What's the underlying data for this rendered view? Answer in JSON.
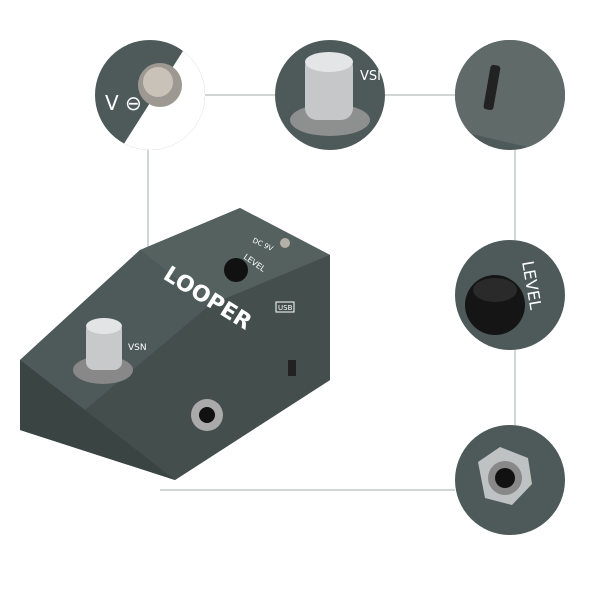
{
  "product": {
    "name_label": "LOOPER",
    "knob_label": "LEVEL",
    "power_label": "DC 9V",
    "usb_label": "USB",
    "brand_mark": "VSN",
    "colors": {
      "body": "#4e5a59",
      "body_dark": "#3c4645",
      "lines": "#9aa3a3"
    }
  },
  "detail_callouts": [
    {
      "subject": "power-led"
    },
    {
      "subject": "footswitch"
    },
    {
      "subject": "usb-port"
    },
    {
      "subject": "level-knob",
      "label": "LEVEL"
    },
    {
      "subject": "output-jack"
    }
  ]
}
